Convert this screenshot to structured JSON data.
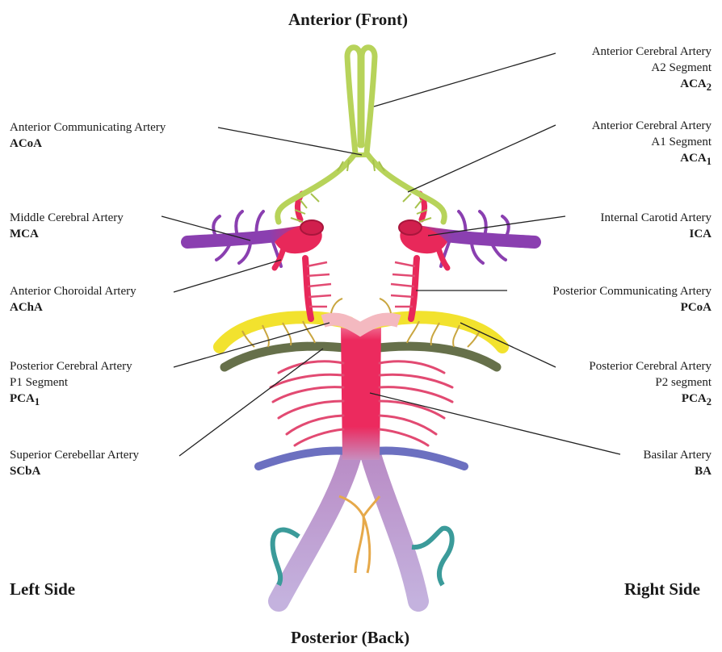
{
  "orientation": {
    "top": "Anterior (Front)",
    "bottom": "Posterior (Back)",
    "left": "Left Side",
    "right": "Right Side"
  },
  "labels": {
    "aca2": {
      "lines": [
        "Anterior Cerebral Artery",
        "A2 Segment"
      ],
      "abbr": "ACA",
      "sub": "2"
    },
    "acoa": {
      "lines": [
        "Anterior Communicating Artery"
      ],
      "abbr": "ACoA"
    },
    "aca1": {
      "lines": [
        "Anterior Cerebral Artery",
        "A1 Segment"
      ],
      "abbr": "ACA",
      "sub": "1"
    },
    "mca": {
      "lines": [
        "Middle Cerebral Artery"
      ],
      "abbr": "MCA"
    },
    "ica": {
      "lines": [
        "Internal Carotid Artery"
      ],
      "abbr": "ICA"
    },
    "acha": {
      "lines": [
        "Anterior Choroidal Artery"
      ],
      "abbr": "AChA"
    },
    "pcoa": {
      "lines": [
        "Posterior Communicating Artery"
      ],
      "abbr": "PCoA"
    },
    "pca1": {
      "lines": [
        "Posterior Cerebral Artery",
        "P1 Segment"
      ],
      "abbr": "PCA",
      "sub": "1"
    },
    "pca2": {
      "lines": [
        "Posterior Cerebral Artery",
        "P2 segment"
      ],
      "abbr": "PCA",
      "sub": "2"
    },
    "scba": {
      "lines": [
        "Superior Cerebellar Artery"
      ],
      "abbr": "SCbA"
    },
    "ba": {
      "lines": [
        "Basilar Artery"
      ],
      "abbr": "BA"
    }
  },
  "colors": {
    "aca": "#b7d35a",
    "ica": "#e8285a",
    "mca": "#8a3fb0",
    "pca": "#f2e22e",
    "scba": "#66704a",
    "ba": "#ec2a5e",
    "vertebral": "#b9a2d8",
    "side_branch": "#3b9b9a",
    "small_branch": "#e6a94a",
    "leader_line": "#222222"
  }
}
